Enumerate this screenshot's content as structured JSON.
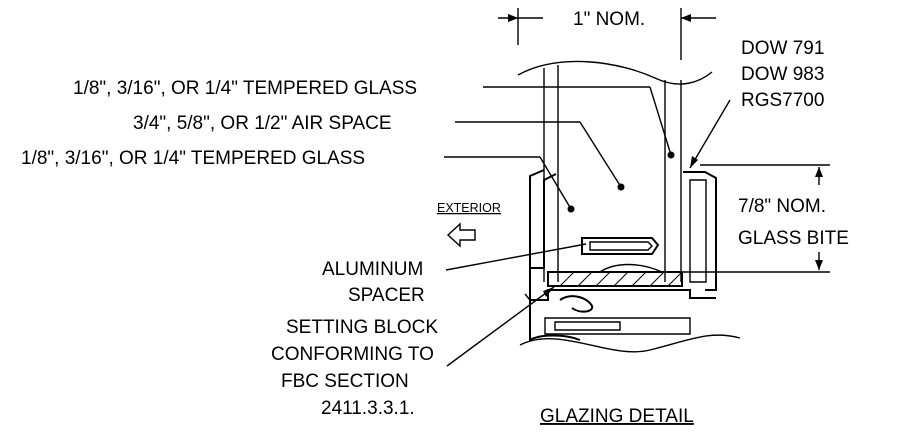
{
  "dimensions": {
    "nominal_width": "1\" NOM.",
    "glass_bite_line1": "7/8\" NOM.",
    "glass_bite_line2": "GLASS BITE"
  },
  "sealants": [
    "DOW 791",
    "DOW 983",
    "RGS7700"
  ],
  "labels": {
    "glass_outer": "1/8\", 3/16\", OR 1/4\" TEMPERED GLASS",
    "air_space": "3/4\", 5/8\", OR 1/2\" AIR SPACE",
    "glass_inner": "1/8\", 3/16\", OR 1/4\" TEMPERED GLASS",
    "exterior": "EXTERIOR",
    "spacer_line1": "ALUMINUM",
    "spacer_line2": "SPACER",
    "block_line1": "SETTING BLOCK",
    "block_line2": "CONFORMING TO",
    "block_line3": "FBC SECTION",
    "block_line4": "2411.3.3.1."
  },
  "title": "GLAZING DETAIL"
}
